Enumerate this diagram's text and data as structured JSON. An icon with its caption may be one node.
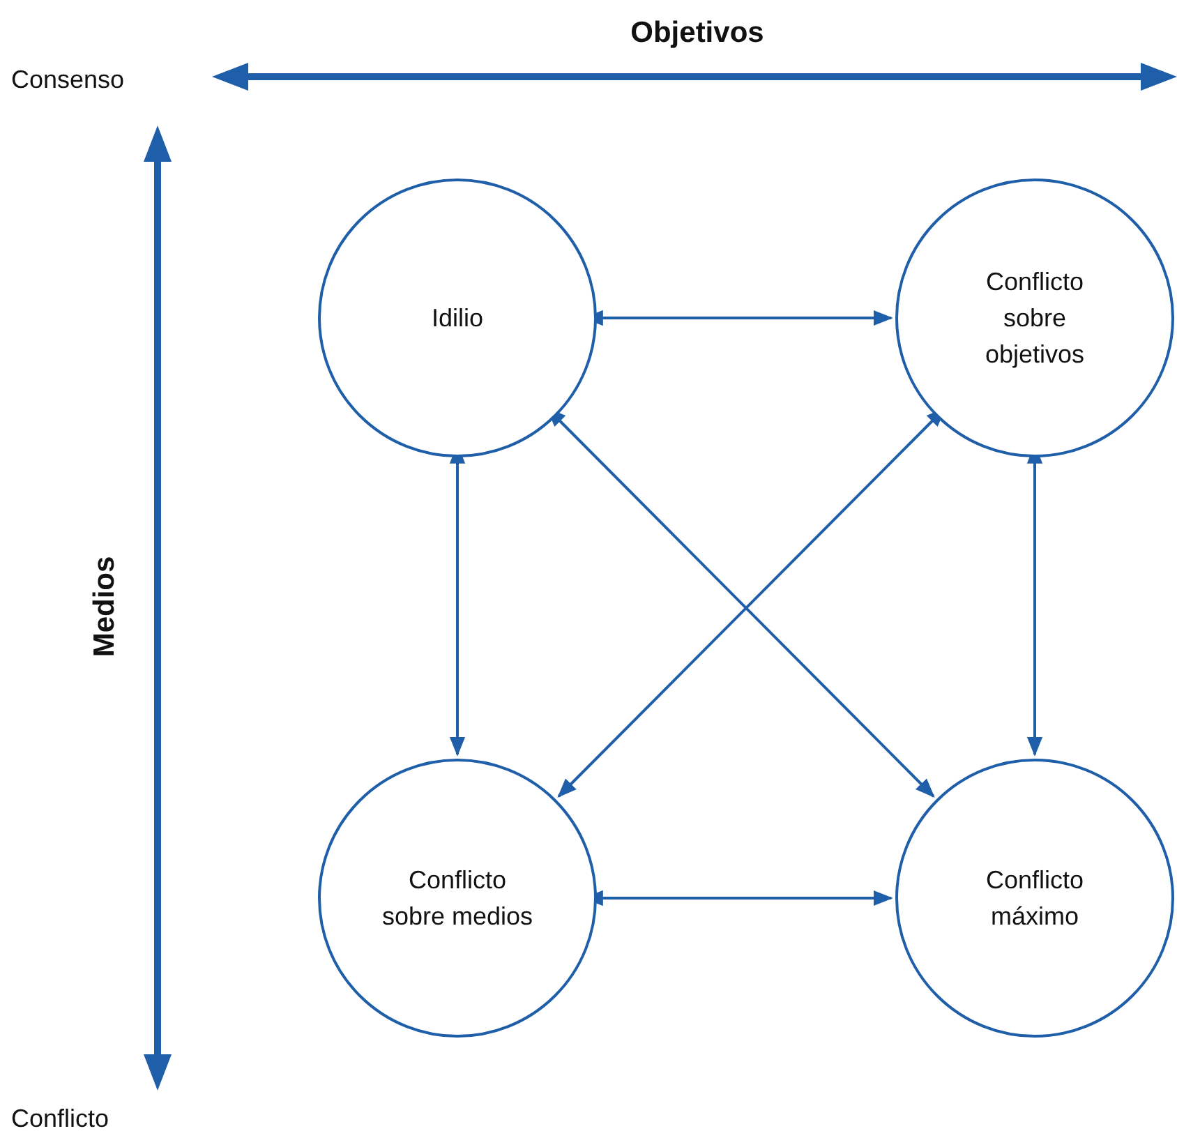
{
  "diagram": {
    "nodes": [
      {
        "text": [
          "Idilio"
        ]
      },
      {
        "text": [
          "Conflicto sobre objetivos"
        ]
      },
      {
        "text": [
          "Conflicto sobre medios"
        ]
      },
      {
        "text": [
          "Conflicto máximo"
        ]
      }
    ],
    "edges": [
      {
        "from": 0,
        "to": 1,
        "arrow": "both"
      },
      {
        "from": 0,
        "to": 2,
        "arrow": "both"
      },
      {
        "from": 1,
        "to": 3,
        "arrow": "both"
      },
      {
        "from": 0,
        "to": 3,
        "arrow": "both"
      },
      {
        "from": 1,
        "to": 2,
        "arrow": "both"
      },
      {
        "from": 2,
        "to": 3,
        "arrow": "both"
      }
    ],
    "labels": [
      "Objetivos",
      "Consenso",
      "Medios",
      "Conflicto"
    ]
  }
}
